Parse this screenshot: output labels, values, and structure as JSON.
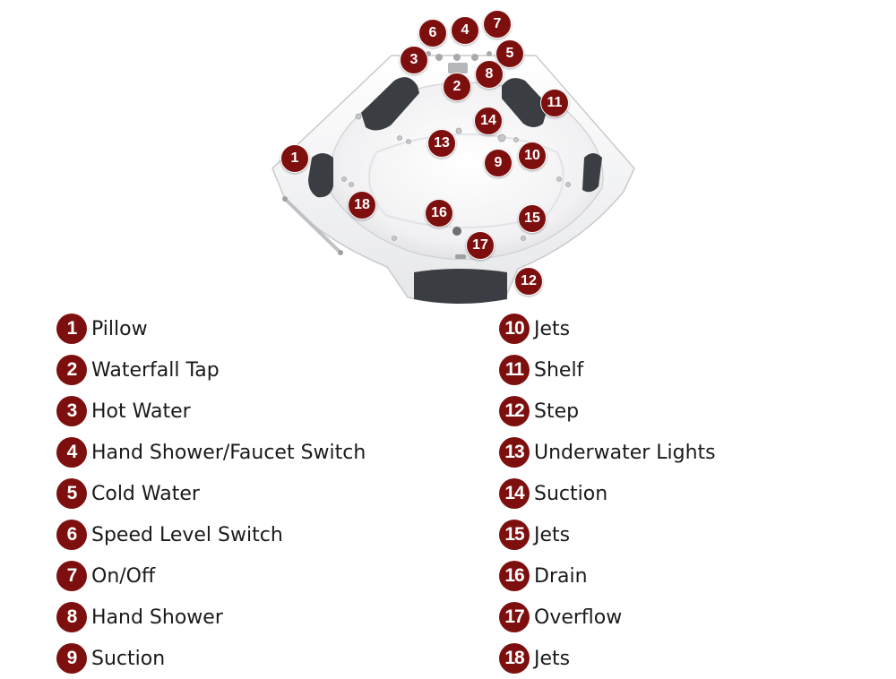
{
  "callouts": [
    {
      "num": "1",
      "label": "Pillow"
    },
    {
      "num": "2",
      "label": "Waterfall Tap"
    },
    {
      "num": "3",
      "label": "Hot Water"
    },
    {
      "num": "4",
      "label": "Hand Shower/Faucet Switch"
    },
    {
      "num": "5",
      "label": "Cold Water"
    },
    {
      "num": "6",
      "label": "Speed Level Switch"
    },
    {
      "num": "7",
      "label": "On/Off"
    },
    {
      "num": "8",
      "label": "Hand Shower"
    },
    {
      "num": "9",
      "label": "Suction"
    },
    {
      "num": "10",
      "label": "Jets"
    },
    {
      "num": "11",
      "label": "Shelf"
    },
    {
      "num": "12",
      "label": "Step"
    },
    {
      "num": "13",
      "label": "Underwater Lights"
    },
    {
      "num": "14",
      "label": "Suction"
    },
    {
      "num": "15",
      "label": "Jets"
    },
    {
      "num": "16",
      "label": "Drain"
    },
    {
      "num": "17",
      "label": "Overflow"
    },
    {
      "num": "18",
      "label": "Jets"
    }
  ],
  "colors": {
    "badge": "#7e0f0f",
    "pillow": "#3a3d42",
    "tub": "#ffffff"
  }
}
